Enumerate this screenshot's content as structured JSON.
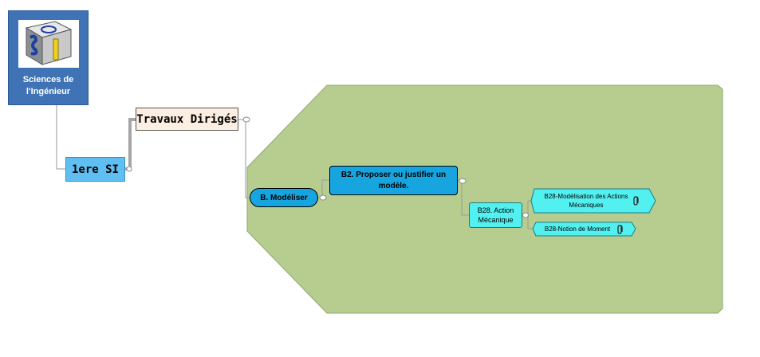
{
  "colors": {
    "zone_fill": "#b6cd8f",
    "zone_stroke": "#8fa772",
    "logo_bg": "#3f73b5",
    "node_1ere": "#5fbff3",
    "node_td": "#fdeee2",
    "node_dark_blue": "#17a5e0",
    "node_cyan": "#53f0f0",
    "connector": "#9a9a9a"
  },
  "logo": {
    "caption_line1": "Sciences de",
    "caption_line2": "l'Ingénieur",
    "icon": "sciences-ingenieur-cube-logo"
  },
  "nodes": {
    "first": "1ere SI",
    "second": "Travaux Dirigés",
    "third": "B. Modéliser",
    "fourth": "B2. Proposer ou justifier un modèle.",
    "fifth_line1": "B28. Action",
    "fifth_line2": "Mécanique",
    "leaf1_line1": "B28-Modélisation des Actions",
    "leaf1_line2": "Mécaniques",
    "leaf2": "B28-Notion de Moment",
    "attachment_icon": "paperclip-icon"
  }
}
